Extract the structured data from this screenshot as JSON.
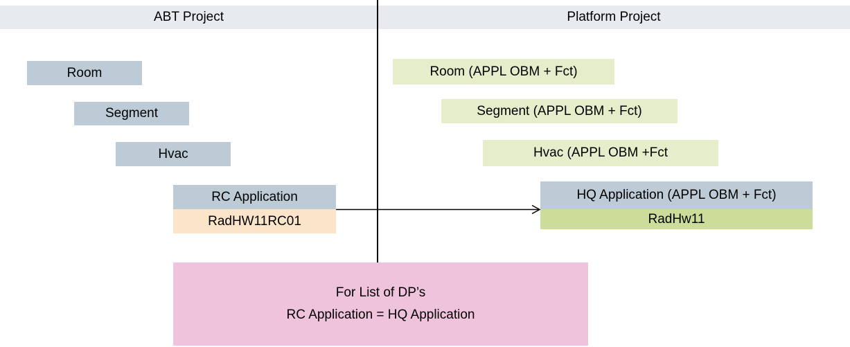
{
  "header": {
    "left_title": "ABT Project",
    "right_title": "Platform Project"
  },
  "abt_project": {
    "room": "Room",
    "segment": "Segment",
    "hvac": "Hvac",
    "rc_application": "RC Application",
    "rc_instance": "RadHW11RC01"
  },
  "platform_project": {
    "room": "Room (APPL OBM + Fct)",
    "segment": "Segment (APPL OBM + Fct)",
    "hvac": "Hvac (APPL OBM +Fct",
    "hq_application": "HQ Application (APPL OBM + Fct)",
    "hq_instance": "RadHw11"
  },
  "note": {
    "line1": "For List of DP’s",
    "line2": "RC Application = HQ Application"
  },
  "colors": {
    "header_bg": "#e7ebef",
    "blue_box": "#bccbd6",
    "light_green_box": "#e5edca",
    "green_box": "#cbdd99",
    "peach_box": "#fce4c9",
    "pink_box": "#f0c3dd",
    "line": "#000000"
  }
}
